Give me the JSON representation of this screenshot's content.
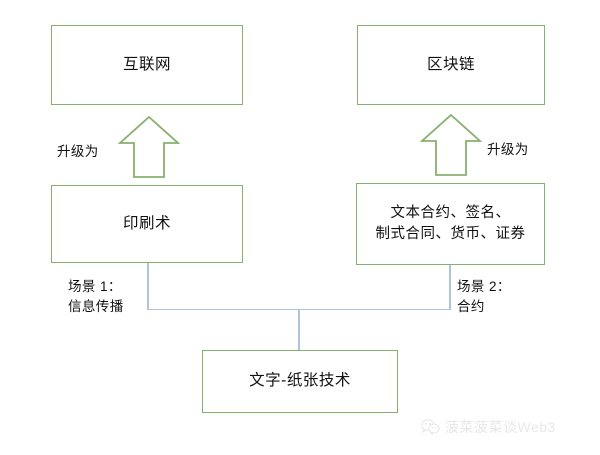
{
  "diagram": {
    "type": "flowchart",
    "background_color": "#ffffff",
    "box_border_color": "#87b06d",
    "connector_color": "#adc4da",
    "arrow_color": "#87b06d",
    "nodes": [
      {
        "id": "internet",
        "label": "互联网"
      },
      {
        "id": "blockchain",
        "label": "区块链"
      },
      {
        "id": "printing",
        "label": "印刷术"
      },
      {
        "id": "contracts",
        "label": "文本合约、签名、\n制式合同、货币、证券"
      },
      {
        "id": "paper",
        "label": "文字-纸张技术"
      }
    ],
    "edges": [
      {
        "id": "printing-to-internet",
        "label": "升级为",
        "style": "block-arrow-up"
      },
      {
        "id": "contracts-to-blockchain",
        "label": "升级为",
        "style": "block-arrow-up"
      },
      {
        "id": "paper-to-printing",
        "label": "场景 1：\n信息传播",
        "style": "elbow-line"
      },
      {
        "id": "paper-to-contracts",
        "label": "场景 2：\n合约",
        "style": "elbow-line"
      }
    ]
  },
  "watermark": {
    "icon": "wechat-icon",
    "text": "菠菜菠菜谈Web3",
    "color": "#e8e8e8"
  }
}
